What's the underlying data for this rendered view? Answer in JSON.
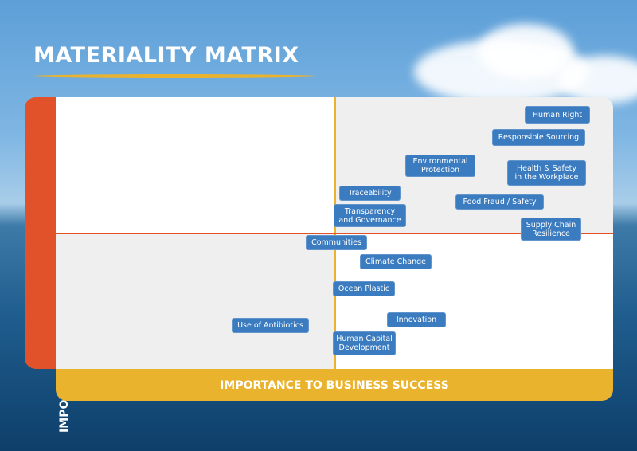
{
  "title": "MATERIALITY MATRIX",
  "y_axis_label": "IMPORTANCE TO STAKEHOLDERS",
  "x_axis_label": "IMPORTANCE TO BUSINESS SUCCESS",
  "colors": {
    "tag": "#3b7bbf",
    "accent_orange": "#e2522a",
    "accent_yellow": "#eab32e"
  },
  "topics": [
    {
      "label": "Human Right"
    },
    {
      "label": "Responsible Sourcing"
    },
    {
      "label": "Environmental\nProtection"
    },
    {
      "label": "Health & Safety\nin the Workplace"
    },
    {
      "label": "Traceability"
    },
    {
      "label": "Food Fraud / Safety"
    },
    {
      "label": "Transparency\nand Governance"
    },
    {
      "label": "Supply Chain\nResilience"
    },
    {
      "label": "Communities"
    },
    {
      "label": "Climate Change"
    },
    {
      "label": "Ocean Plastic"
    },
    {
      "label": "Use of Antibiotics"
    },
    {
      "label": "Innovation"
    },
    {
      "label": "Human Capital\nDevelopment"
    }
  ]
}
